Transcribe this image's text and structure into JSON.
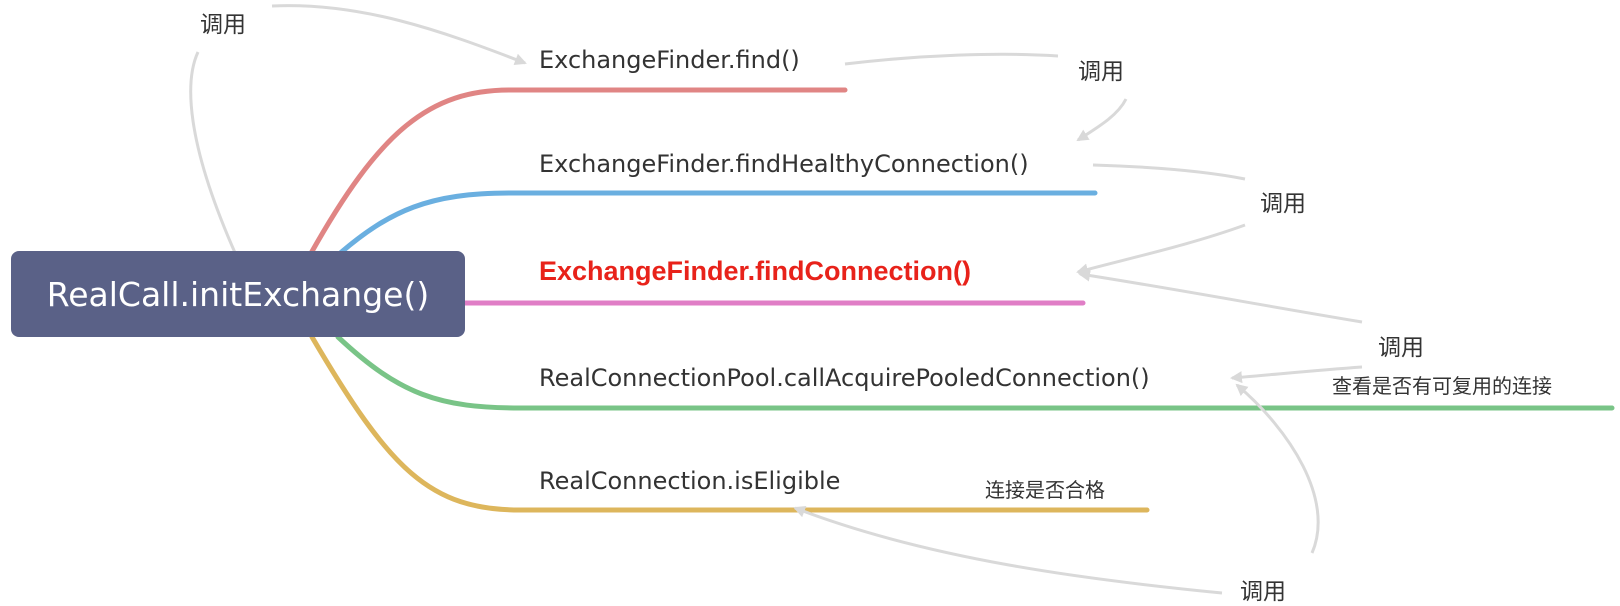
{
  "root": {
    "label": "RealCall.initExchange()"
  },
  "branches": [
    {
      "label": "ExchangeFinder.find()",
      "color": "#e08584"
    },
    {
      "label": "ExchangeFinder.findHealthyConnection()",
      "color": "#6aafe0"
    },
    {
      "label": "ExchangeFinder.findConnection()",
      "color": "#e07ec6",
      "highlight_color": "#e8221a"
    },
    {
      "label": "RealConnectionPool.callAcquirePooledConnection()",
      "color": "#79c487"
    },
    {
      "label": "RealConnection.isEligible",
      "color": "#ddb65c"
    }
  ],
  "notes": {
    "reuse_check": "查看是否有可复用的连接",
    "eligible_check": "连接是否合格"
  },
  "call_labels": [
    "调用",
    "调用",
    "调用",
    "调用",
    "调用"
  ],
  "colors": {
    "root_bg": "#5a6187",
    "arrow": "#d9d9d9"
  }
}
